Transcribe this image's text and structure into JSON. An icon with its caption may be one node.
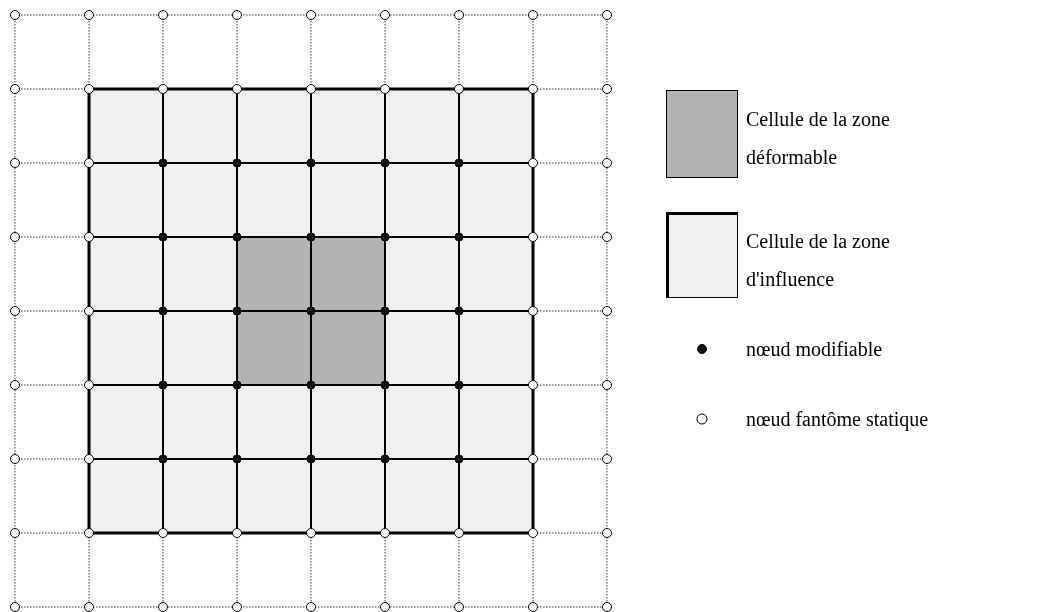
{
  "diagram": {
    "legend": [
      {
        "text": "Cellule de la zone déformable",
        "color": "#b3b3b3"
      },
      {
        "text": "Cellule de la zone d'influence",
        "color": "#f0f0f0"
      },
      {
        "text": "nœud modifiable"
      },
      {
        "text": "nœud fantôme statique"
      }
    ]
  }
}
